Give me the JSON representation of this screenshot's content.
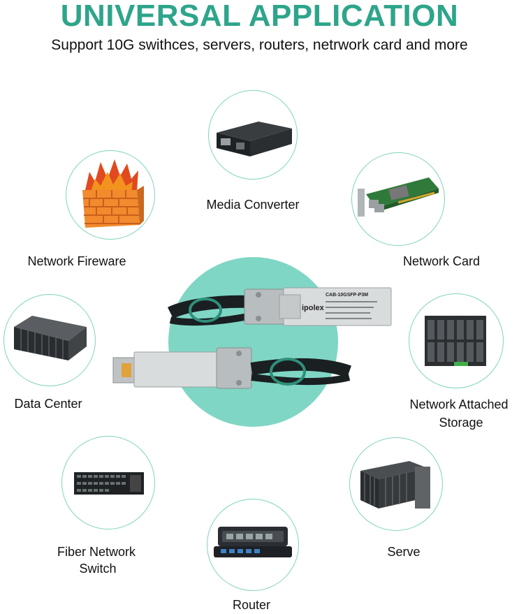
{
  "header": {
    "title": "UNIVERSAL APPLICATION",
    "subtitle": "Support 10G swithces, servers, routers, netrwork card and more"
  },
  "colors": {
    "accent": "#2ea58a",
    "circle_border": "#7fd3bf",
    "center_fill": "#7fd6c4"
  },
  "product": {
    "brand": "ipolex",
    "model": "CAB-10GSFP-P3M"
  },
  "devices": [
    {
      "label": "Media Converter",
      "icon": "media-converter-icon"
    },
    {
      "label": "Network Fireware",
      "icon": "firewall-icon"
    },
    {
      "label": "Network Card",
      "icon": "network-card-icon"
    },
    {
      "label": "Data Center",
      "icon": "data-center-icon"
    },
    {
      "label_line1": "Network Attached",
      "label_line2": "Storage",
      "icon": "nas-icon"
    },
    {
      "label_line1": "Fiber Network",
      "label_line2": "Switch",
      "icon": "switch-icon"
    },
    {
      "label": "Serve",
      "icon": "server-icon"
    },
    {
      "label": "Router",
      "icon": "router-icon"
    }
  ]
}
